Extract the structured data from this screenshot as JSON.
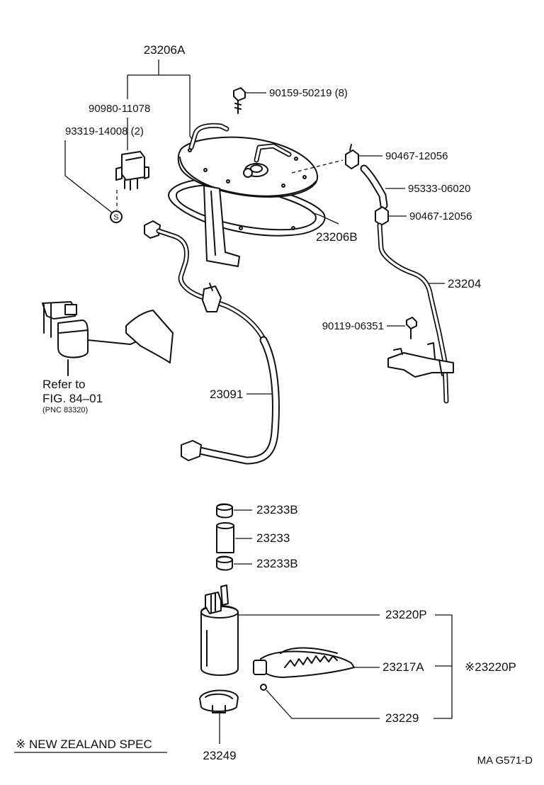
{
  "labels": {
    "sub_assy_23206a": "23206A",
    "pn_90980_11078": "90980-11078",
    "pn_93319_14008": "93319-14008 (2)",
    "pn_90159_50219": "90159-50219 (8)",
    "pn_90467_12056_a": "90467-12056",
    "pn_95333_06020": "95333-06020",
    "pn_90467_12056_b": "90467-12056",
    "pn_23206b": "23206B",
    "pn_23204": "23204",
    "pn_90119_06351": "90119-06351",
    "pn_23091": "23091",
    "refer_to": "Refer to",
    "fig_ref": "FIG. 84–01",
    "pnc_ref": "(PNC 83320)",
    "pn_23233b_top": "23233B",
    "pn_23233": "23233",
    "pn_23233b_bottom": "23233B",
    "pn_23220p": "23220P",
    "pn_23217a": "23217A",
    "pn_23220p_nz": "※23220P",
    "pn_23229": "23229",
    "pn_23249": "23249",
    "nz_spec": "※ NEW ZEALAND SPEC",
    "drawing_code": "MA G571-D",
    "washer_symbol": "S"
  },
  "colors": {
    "ink": "#111111",
    "paper": "#ffffff"
  }
}
